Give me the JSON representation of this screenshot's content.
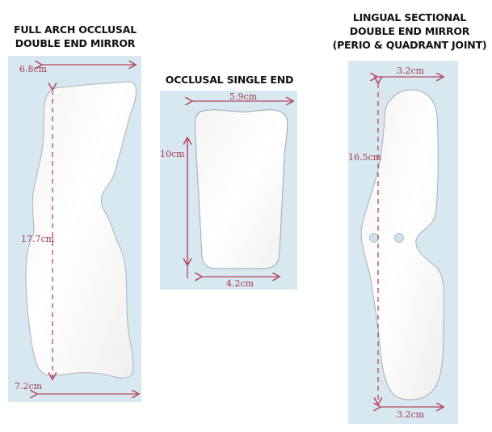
{
  "colors": {
    "panel_bg": "#d8e8f1",
    "dimension_line": "#b5485c",
    "dimension_text": "#a23a4c",
    "mirror_fill": "#fbfbfa",
    "mirror_edge": "#9aa4aa"
  },
  "products": [
    {
      "title_lines": [
        "FULL ARCH OCCLUSAL",
        "DOUBLE END MIRROR"
      ],
      "dimensions": {
        "top_width": "6.8cm",
        "length": "17.7cm",
        "bottom_width": "7.2cm"
      }
    },
    {
      "title_lines": [
        "OCCLUSAL SINGLE END"
      ],
      "dimensions": {
        "top_width": "5.9cm",
        "length": "10cm",
        "bottom_width": "4.2cm"
      }
    },
    {
      "title_lines": [
        "LINGUAL SECTIONAL",
        "DOUBLE END MIRROR",
        "(PERIO & QUADRANT JOINT)"
      ],
      "dimensions": {
        "top_width": "3.2cm",
        "length": "16.5cm",
        "bottom_width": "3.2cm"
      },
      "joint_holes": 2
    }
  ]
}
